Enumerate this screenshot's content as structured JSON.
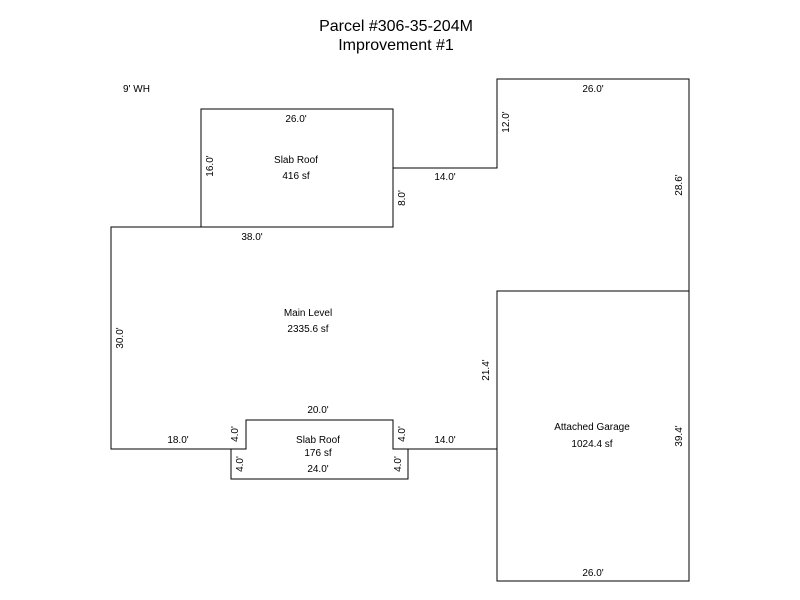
{
  "header": {
    "parcel": "Parcel #306-35-204M",
    "improvement": "Improvement #1"
  },
  "note": "9' WH",
  "areas": {
    "slab_top": {
      "name": "Slab Roof",
      "size": "416 sf"
    },
    "main": {
      "name": "Main Level",
      "size": "2335.6 sf"
    },
    "slab_bottom": {
      "name": "Slab Roof",
      "size": "176 sf"
    },
    "garage": {
      "name": "Attached Garage",
      "size": "1024.4 sf"
    }
  },
  "dimensions": {
    "slab_top_width": "26.0'",
    "slab_top_left": "16.0'",
    "slab_top_right": "8.0'",
    "upper_right_width": "26.0'",
    "upper_left_height": "12.0'",
    "connector": "14.0'",
    "right_side": "28.6'",
    "main_top": "38.0'",
    "main_left": "30.0'",
    "garage_left": "21.4'",
    "slab_bottom_width_top": "20.0'",
    "bottom_left": "18.0'",
    "slab_bottom_inner_left": "4.0'",
    "slab_bottom_inner_right": "4.0'",
    "bottom_mid": "14.0'",
    "slab_bottom_outer_left": "4.0'",
    "slab_bottom_outer_right": "4.0'",
    "slab_bottom_width": "24.0'",
    "garage_right": "39.4'",
    "garage_bottom": "26.0'"
  }
}
